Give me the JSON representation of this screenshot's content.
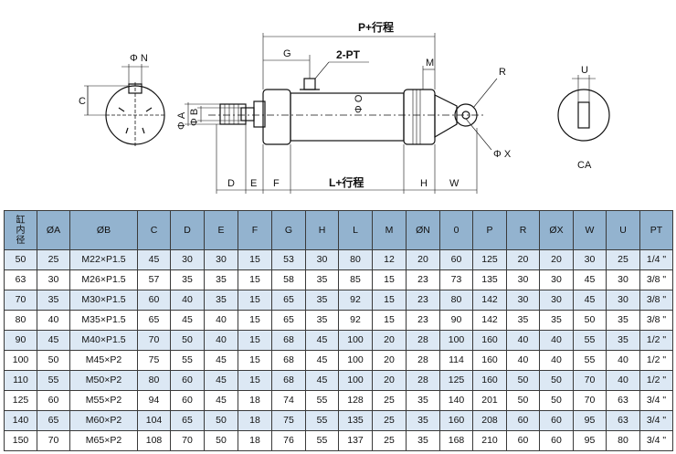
{
  "drawing": {
    "labels": {
      "phi_n": "Φ N",
      "c": "C",
      "g": "G",
      "port": "2-PT",
      "p_stroke": "P+行程",
      "m": "M",
      "r": "R",
      "u": "U",
      "phi_a": "Φ A",
      "phi_b": "Φ B",
      "phi_o": "Φ O",
      "phi_x": "Φ X",
      "d": "D",
      "e": "E",
      "f": "F",
      "l_stroke": "L+行程",
      "h": "H",
      "w": "W",
      "ca": "CA"
    }
  },
  "table": {
    "headers": [
      "缸内径",
      "ØA",
      "ØB",
      "C",
      "D",
      "E",
      "F",
      "G",
      "H",
      "L",
      "M",
      "ØN",
      "0",
      "P",
      "R",
      "ØX",
      "W",
      "U",
      "PT"
    ],
    "rows": [
      [
        "50",
        "25",
        "M22×P1.5",
        "45",
        "30",
        "30",
        "15",
        "53",
        "30",
        "80",
        "12",
        "20",
        "60",
        "125",
        "20",
        "20",
        "30",
        "25",
        "1/4 \""
      ],
      [
        "63",
        "30",
        "M26×P1.5",
        "57",
        "35",
        "35",
        "15",
        "58",
        "35",
        "85",
        "15",
        "23",
        "73",
        "135",
        "30",
        "30",
        "45",
        "30",
        "3/8 \""
      ],
      [
        "70",
        "35",
        "M30×P1.5",
        "60",
        "40",
        "35",
        "15",
        "65",
        "35",
        "92",
        "15",
        "23",
        "80",
        "142",
        "30",
        "30",
        "45",
        "30",
        "3/8 \""
      ],
      [
        "80",
        "40",
        "M35×P1.5",
        "65",
        "45",
        "40",
        "15",
        "65",
        "35",
        "92",
        "15",
        "23",
        "90",
        "142",
        "35",
        "35",
        "50",
        "35",
        "3/8 \""
      ],
      [
        "90",
        "45",
        "M40×P1.5",
        "70",
        "50",
        "40",
        "15",
        "68",
        "45",
        "100",
        "20",
        "28",
        "100",
        "160",
        "40",
        "40",
        "55",
        "35",
        "1/2 \""
      ],
      [
        "100",
        "50",
        "M45×P2",
        "75",
        "55",
        "45",
        "15",
        "68",
        "45",
        "100",
        "20",
        "28",
        "114",
        "160",
        "40",
        "40",
        "55",
        "40",
        "1/2 \""
      ],
      [
        "110",
        "55",
        "M50×P2",
        "80",
        "60",
        "45",
        "15",
        "68",
        "45",
        "100",
        "20",
        "28",
        "125",
        "160",
        "50",
        "50",
        "70",
        "40",
        "1/2 \""
      ],
      [
        "125",
        "60",
        "M55×P2",
        "94",
        "60",
        "45",
        "18",
        "74",
        "55",
        "128",
        "25",
        "35",
        "140",
        "201",
        "50",
        "50",
        "70",
        "63",
        "3/4 \""
      ],
      [
        "140",
        "65",
        "M60×P2",
        "104",
        "65",
        "50",
        "18",
        "75",
        "55",
        "135",
        "25",
        "35",
        "160",
        "208",
        "60",
        "60",
        "95",
        "63",
        "3/4 \""
      ],
      [
        "150",
        "70",
        "M65×P2",
        "108",
        "70",
        "50",
        "18",
        "76",
        "55",
        "137",
        "25",
        "35",
        "168",
        "210",
        "60",
        "60",
        "95",
        "80",
        "3/4 \""
      ]
    ]
  }
}
